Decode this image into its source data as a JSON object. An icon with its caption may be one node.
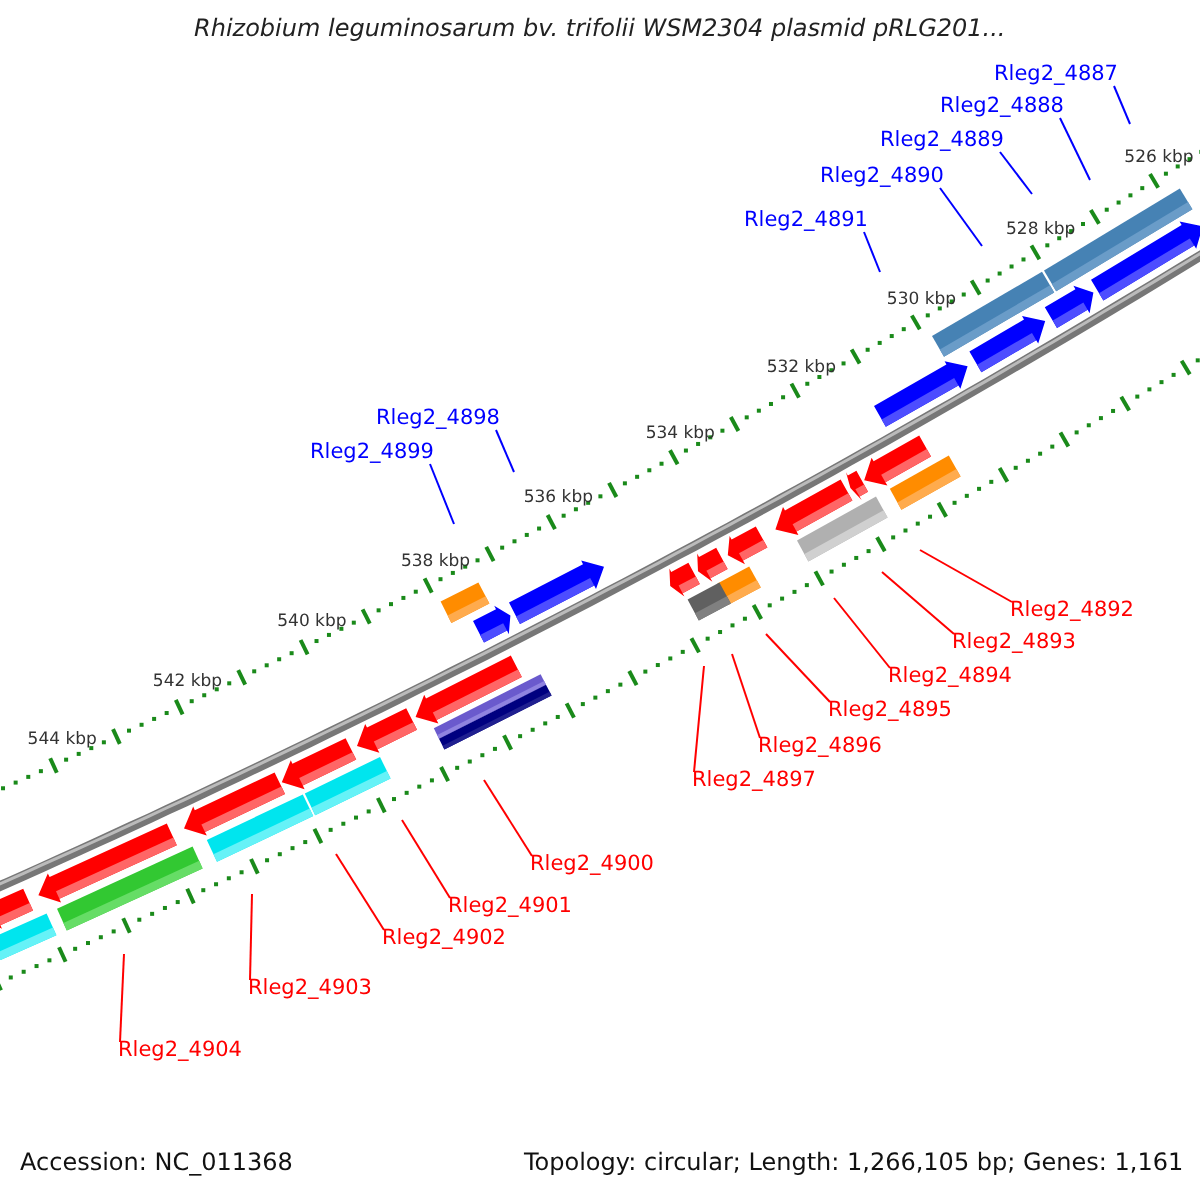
{
  "diagram": {
    "title": "Rhizobium leguminosarum bv. trifolii WSM2304 plasmid pRLG201...",
    "nodes": [
      {
        "text": [
          "Rleg2_4887"
        ]
      },
      {
        "text": [
          "Rleg2_4888"
        ]
      },
      {
        "text": [
          "Rleg2_4889"
        ]
      },
      {
        "text": [
          "Rleg2_4890"
        ]
      },
      {
        "text": [
          "Rleg2_4891"
        ]
      },
      {
        "text": [
          "Rleg2_4898"
        ]
      },
      {
        "text": [
          "Rleg2_4899"
        ]
      },
      {
        "text": [
          "Rleg2_4892"
        ]
      },
      {
        "text": [
          "Rleg2_4893"
        ]
      },
      {
        "text": [
          "Rleg2_4894"
        ]
      },
      {
        "text": [
          "Rleg2_4895"
        ]
      },
      {
        "text": [
          "Rleg2_4896"
        ]
      },
      {
        "text": [
          "Rleg2_4897"
        ]
      },
      {
        "text": [
          "Rleg2_4900"
        ]
      },
      {
        "text": [
          "Rleg2_4901"
        ]
      },
      {
        "text": [
          "Rleg2_4902"
        ]
      },
      {
        "text": [
          "Rleg2_4903"
        ]
      },
      {
        "text": [
          "Rleg2_4904"
        ]
      }
    ],
    "edges": [
      {
        "from": 0,
        "to": null,
        "arrow": "none",
        "color": "#0000ff"
      },
      {
        "from": 1,
        "to": null,
        "arrow": "none",
        "color": "#0000ff"
      },
      {
        "from": 2,
        "to": null,
        "arrow": "none",
        "color": "#0000ff"
      },
      {
        "from": 3,
        "to": null,
        "arrow": "none",
        "color": "#0000ff"
      },
      {
        "from": 4,
        "to": null,
        "arrow": "none",
        "color": "#0000ff"
      },
      {
        "from": 5,
        "to": null,
        "arrow": "none",
        "color": "#0000ff"
      },
      {
        "from": 6,
        "to": null,
        "arrow": "none",
        "color": "#0000ff"
      },
      {
        "from": 7,
        "to": null,
        "arrow": "none"
      },
      {
        "from": 8,
        "to": null,
        "arrow": "none"
      },
      {
        "from": 9,
        "to": null,
        "arrow": "none"
      },
      {
        "from": 10,
        "to": null,
        "arrow": "none"
      },
      {
        "from": 11,
        "to": null,
        "arrow": "none"
      },
      {
        "from": 12,
        "to": null,
        "arrow": "none"
      },
      {
        "from": 13,
        "to": null,
        "arrow": "none"
      },
      {
        "from": 14,
        "to": null,
        "arrow": "none"
      },
      {
        "from": 15,
        "to": null,
        "arrow": "none"
      },
      {
        "from": 16,
        "to": null,
        "arrow": "none"
      },
      {
        "from": 17,
        "to": null,
        "arrow": "none"
      }
    ],
    "labels": [
      "526 kbp",
      "528 kbp",
      "530 kbp",
      "532 kbp",
      "534 kbp",
      "536 kbp",
      "538 kbp",
      "540 kbp",
      "542 kbp",
      "544 kbp",
      "Accession: NC_011368",
      "Topology: circular; Length: 1,266,105 bp; Genes: 1,161"
    ]
  }
}
